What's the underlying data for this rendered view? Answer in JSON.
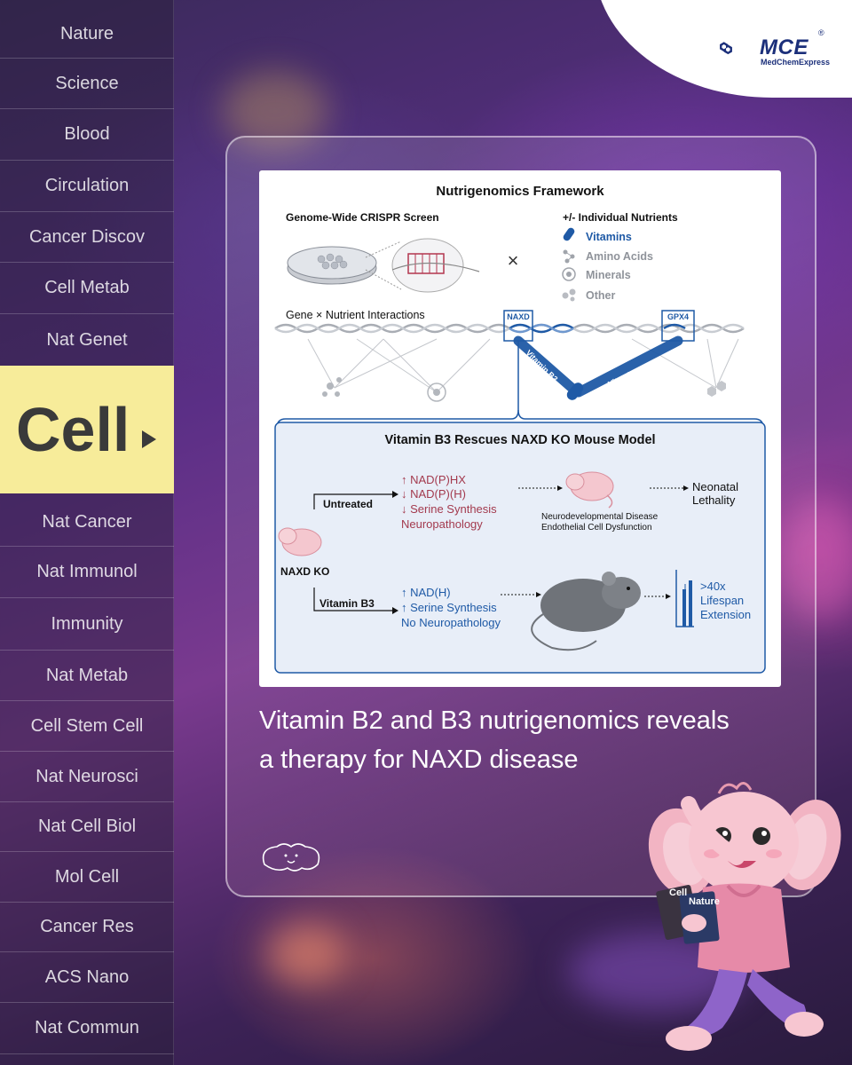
{
  "brand": {
    "name": "MCE",
    "subname": "MedChemExpress",
    "registered": "®"
  },
  "sidebar": {
    "items": [
      {
        "label": "Nature"
      },
      {
        "label": "Science"
      },
      {
        "label": "Blood"
      },
      {
        "label": "Circulation"
      },
      {
        "label": "Cancer Discov"
      },
      {
        "label": "Cell Metab"
      },
      {
        "label": "Nat Genet"
      },
      {
        "label": "Cell",
        "active": true
      },
      {
        "label": "Nat Cancer"
      },
      {
        "label": "Nat Immunol"
      },
      {
        "label": "Immunity"
      },
      {
        "label": "Nat Metab"
      },
      {
        "label": "Cell Stem Cell"
      },
      {
        "label": "Nat Neurosci"
      },
      {
        "label": "Nat Cell Biol"
      },
      {
        "label": "Mol Cell"
      },
      {
        "label": "Cancer Res"
      },
      {
        "label": "ACS Nano"
      },
      {
        "label": "Nat Commun"
      }
    ]
  },
  "figure": {
    "title": "Nutrigenomics Framework",
    "screen_label": "Genome-Wide CRISPR Screen",
    "nutrients_label": "+/- Individual Nutrients",
    "nutrients": [
      "Vitamins",
      "Amino Acids",
      "Minerals",
      "Other"
    ],
    "times_symbol": "×",
    "interactions_label": "Gene × Nutrient Interactions",
    "gene1": "NAXD",
    "gene2": "GPX4",
    "vitamin_b3": "Vitamin B3",
    "vitamin_b2": "Vitamin B2",
    "rescue_title": "Vitamin B3 Rescues NAXD KO Mouse Model",
    "untreated_label": "Untreated",
    "untreated_effects": [
      "↑ NAD(P)HX",
      "↓ NAD(P)(H)",
      "↓ Serine Synthesis",
      "Neuropathology"
    ],
    "untreated_outcome": [
      "Neurodevelopmental Disease",
      "Endothelial Cell Dysfunction"
    ],
    "lethality": [
      "Neonatal",
      "Lethality"
    ],
    "ko_label": "NAXD KO",
    "treated_label": "Vitamin B3",
    "treated_effects": [
      "↑ NAD(H)",
      "↑ Serine Synthesis",
      "No Neuropathology"
    ],
    "lifespan": [
      ">40x",
      "Lifespan",
      "Extension"
    ]
  },
  "headline": {
    "line1": "Vitamin B2 and B3 nutrigenomics reveals",
    "line2": "a therapy for NAXD disease"
  },
  "mascot": {
    "book1": "Cell",
    "book2": "Nature"
  },
  "colors": {
    "active_bg": "#f7ec9a",
    "brand_blue": "#1b2f7a",
    "figure_blue": "#1f5aa6",
    "figure_red": "#a33a4e"
  }
}
